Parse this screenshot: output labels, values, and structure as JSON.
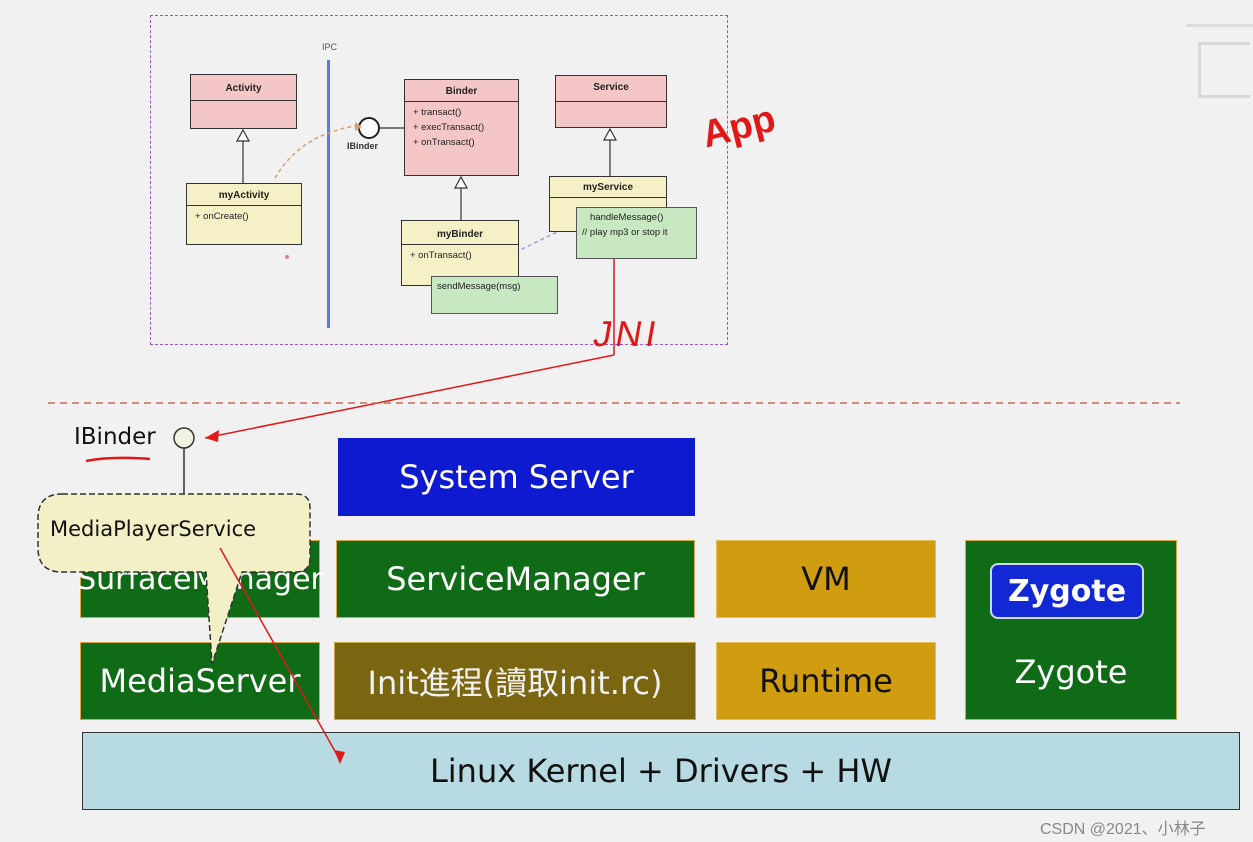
{
  "app_diagram": {
    "ipc_label": "IPC",
    "app_label": "App",
    "jni_label": "JNI",
    "ibinder_label": "IBinder",
    "classes": {
      "activity": {
        "title": "Activity",
        "methods": []
      },
      "my_activity": {
        "title": "myActivity",
        "methods": [
          "+ onCreate()"
        ]
      },
      "binder": {
        "title": "Binder",
        "methods": [
          "+ transact()",
          "+ execTransact()",
          "+ onTransact()"
        ]
      },
      "my_binder": {
        "title": "myBinder",
        "methods": [
          "+ onTransact()"
        ]
      },
      "service": {
        "title": "Service",
        "methods": []
      },
      "my_service": {
        "title": "myService",
        "methods": []
      }
    },
    "notes": {
      "handle_message": [
        "handleMessage()",
        "// play mp3 or stop it"
      ],
      "send_message": "sendMessage(msg)"
    }
  },
  "system": {
    "ibinder_label": "IBinder",
    "callout": "MediaPlayerService",
    "system_server": "System Server",
    "surface_manager": "SurfaceManager",
    "service_manager": "ServiceManager",
    "vm": "VM",
    "zygote_inner": "Zygote",
    "zygote": "Zygote",
    "media_server": "MediaServer",
    "init_process": "Init進程(讀取init.rc)",
    "runtime": "Runtime",
    "kernel": "Linux Kernel + Drivers + HW"
  },
  "watermark": "CSDN @2021、小林子",
  "colors": {
    "green": "#0f6b16",
    "gold": "#d09d10",
    "olive": "#7a6510",
    "blue": "#0e1ad0",
    "kernel": "#b8dae2",
    "annotation_red": "#e01818",
    "box_purple": "#9a55c8"
  }
}
